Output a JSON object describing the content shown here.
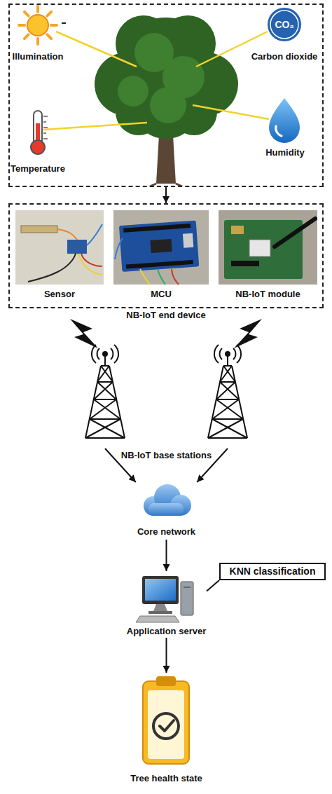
{
  "diagram": {
    "nodes": [
      {
        "text": [
          "Illumination",
          "Temperature",
          "Carbon dioxide",
          "Humidity"
        ]
      },
      {
        "text": [
          "NB-IoT end device"
        ]
      },
      {
        "text": [
          "Sensor"
        ],
        "in": 1
      },
      {
        "text": [
          "MCU"
        ],
        "in": 1
      },
      {
        "text": [
          "NB-IoT module"
        ],
        "in": 1
      },
      {
        "text": [
          "NB-IoT base stations"
        ]
      },
      {
        "text": [
          "Core network"
        ]
      },
      {
        "text": [
          "KNN classification"
        ]
      },
      {
        "text": [
          "Application server"
        ]
      },
      {
        "text": [
          "Tree health state"
        ]
      }
    ],
    "edges": [
      {
        "from": 0,
        "to": 1,
        "arrow": "to"
      },
      {
        "from": 5,
        "to": 6,
        "arrow": "to"
      },
      {
        "from": 5,
        "to": 6,
        "arrow": "to"
      },
      {
        "from": 6,
        "to": 8,
        "arrow": "to"
      },
      {
        "from": 7,
        "to": 8,
        "arrow": "none"
      },
      {
        "from": 8,
        "to": 9,
        "arrow": "to"
      }
    ],
    "labels": [
      "CO₂"
    ]
  }
}
